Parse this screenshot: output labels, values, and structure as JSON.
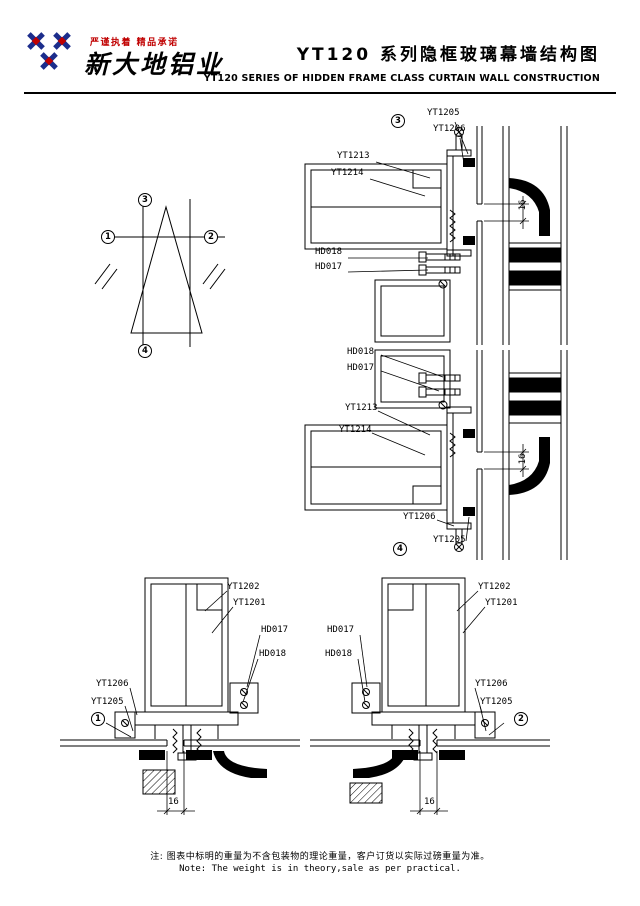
{
  "header": {
    "slogan": "严谨执着 精品承诺",
    "company_name": "新大地铝业",
    "title_cn": "YT120 系列隐框玻璃幕墙结构图",
    "title_en": "YT120  SERIES OF HIDDEN FRAME CLASS CURTAIN WALL CONSTRUCTION"
  },
  "callouts": {
    "c1": "1",
    "c2": "2",
    "c3": "3",
    "c4": "4"
  },
  "labels": {
    "yt1201": "YT1201",
    "yt1202": "YT1202",
    "yt1205": "YT1205",
    "yt1206": "YT1206",
    "yt1213": "YT1213",
    "yt1214": "YT1214",
    "hd017": "HD017",
    "hd018": "HD018"
  },
  "dimensions": {
    "glass_joint": "16"
  },
  "colors": {
    "line": "#000000",
    "logo_blue": "#1c2d8c",
    "accent_red": "#c00000"
  },
  "notes": {
    "cn": "注: 图表中标明的重量为不含包装物的理论重量，客户订货以实际过磅重量为准。",
    "en": "Note: The weight is in theory,sale as per practical."
  }
}
